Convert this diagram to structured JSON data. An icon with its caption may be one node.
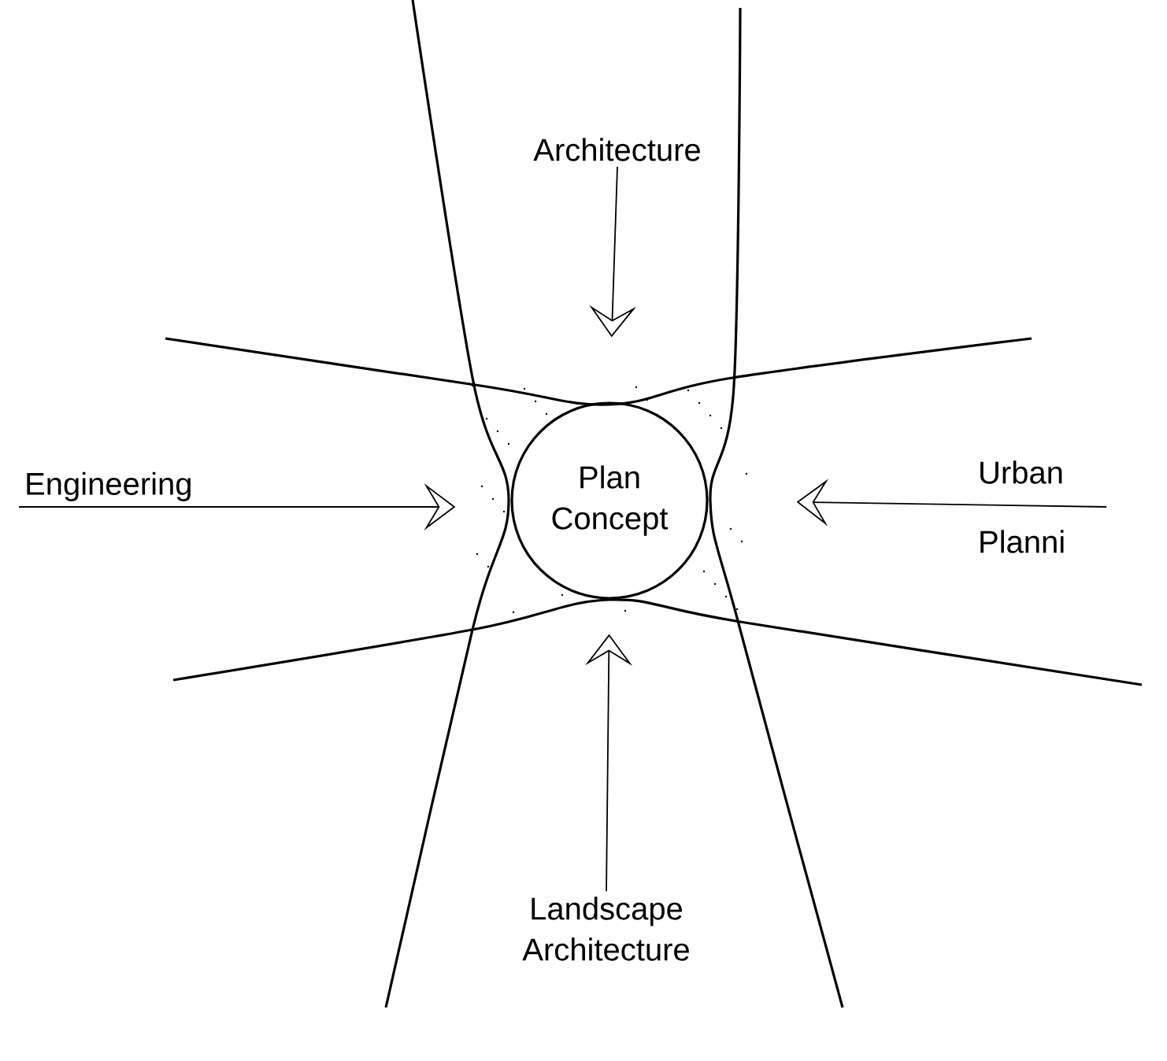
{
  "diagram": {
    "nodes": [
      {
        "text": [
          "Plan Concept"
        ]
      },
      {
        "text": [
          "Architecture"
        ]
      },
      {
        "text": [
          "Engineering"
        ]
      },
      {
        "text": [
          "Urban Planni"
        ]
      },
      {
        "text": [
          "Landscape Architecture"
        ]
      }
    ],
    "edges": [
      {
        "from": 1,
        "to": 0,
        "arrow": "to"
      },
      {
        "from": 2,
        "to": 0,
        "arrow": "to"
      },
      {
        "from": 3,
        "to": 0,
        "arrow": "to"
      },
      {
        "from": 4,
        "to": 0,
        "arrow": "to"
      }
    ]
  }
}
